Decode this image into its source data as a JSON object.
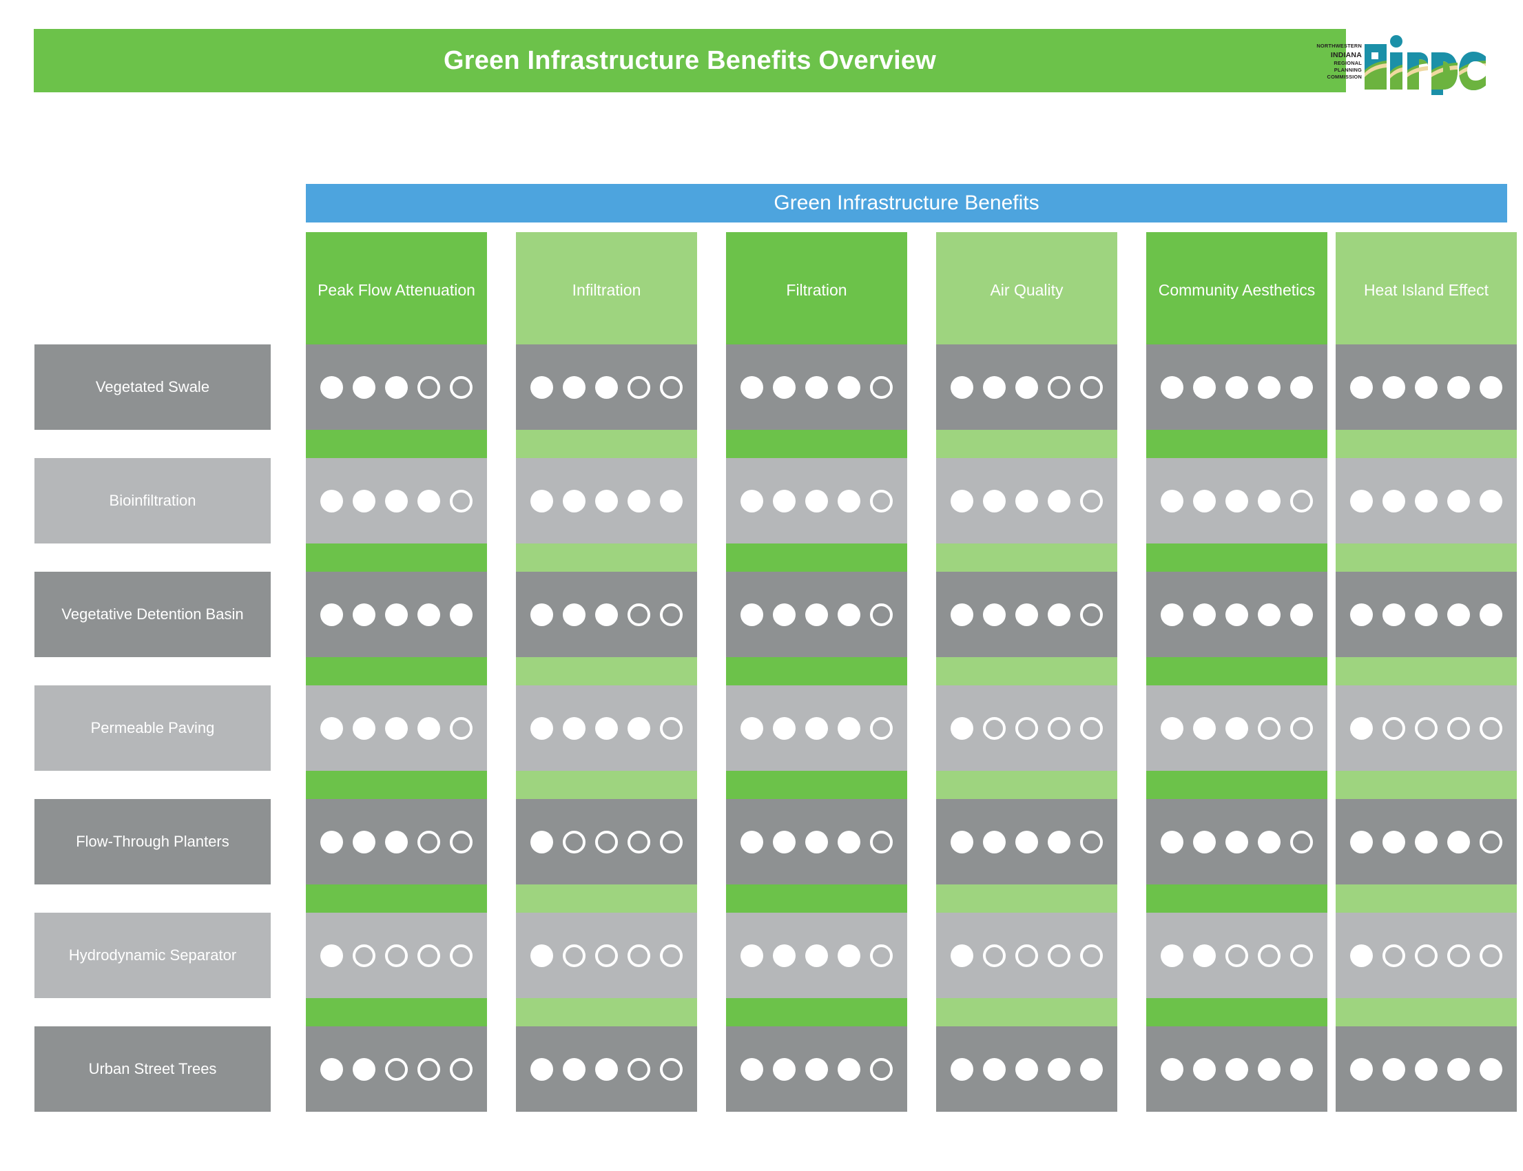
{
  "header": {
    "title": "Green Infrastructure Benefits Overview",
    "bar_color": "#6cc24a"
  },
  "logo": {
    "name": "nirpc-logo",
    "wordmark": "nirpc",
    "lines": [
      "NORTHWESTERN",
      "INDIANA",
      "REGIONAL",
      "PLANNING",
      "COMMISSION"
    ],
    "colors": {
      "teal": "#1b90a8",
      "green": "#6cb33f",
      "sand": "#efd9a1"
    }
  },
  "matrix": {
    "banner": "Green Infrastructure Benefits",
    "banner_color": "#4da4de",
    "max_rating": 5,
    "columns": [
      {
        "label": "Peak Flow Attenuation",
        "color": "#6cc24a"
      },
      {
        "label": "Infiltration",
        "color": "#9ed47f"
      },
      {
        "label": "Filtration",
        "color": "#6cc24a"
      },
      {
        "label": "Air Quality",
        "color": "#9ed47f"
      },
      {
        "label": "Community Aesthetics",
        "color": "#6cc24a"
      },
      {
        "label": "Heat Island Effect",
        "color": "#9ed47f"
      }
    ],
    "rows": [
      {
        "label": "Vegetated Swale",
        "band": "#8e9192",
        "ratings": [
          3,
          3,
          4,
          3,
          5,
          5
        ]
      },
      {
        "label": "Bioinfiltration",
        "band": "#b5b7b9",
        "ratings": [
          4,
          5,
          4,
          4,
          4,
          5
        ]
      },
      {
        "label": "Vegetative Detention Basin",
        "band": "#8e9192",
        "ratings": [
          5,
          3,
          4,
          4,
          5,
          5
        ]
      },
      {
        "label": "Permeable Paving",
        "band": "#b5b7b9",
        "ratings": [
          4,
          4,
          4,
          1,
          3,
          1
        ]
      },
      {
        "label": "Flow-Through Planters",
        "band": "#8e9192",
        "ratings": [
          3,
          1,
          4,
          4,
          4,
          4
        ]
      },
      {
        "label": "Hydrodynamic Separator",
        "band": "#b5b7b9",
        "ratings": [
          1,
          1,
          4,
          1,
          2,
          1
        ]
      },
      {
        "label": "Urban Street Trees",
        "band": "#8e9192",
        "ratings": [
          2,
          3,
          4,
          5,
          5,
          5
        ]
      }
    ]
  }
}
